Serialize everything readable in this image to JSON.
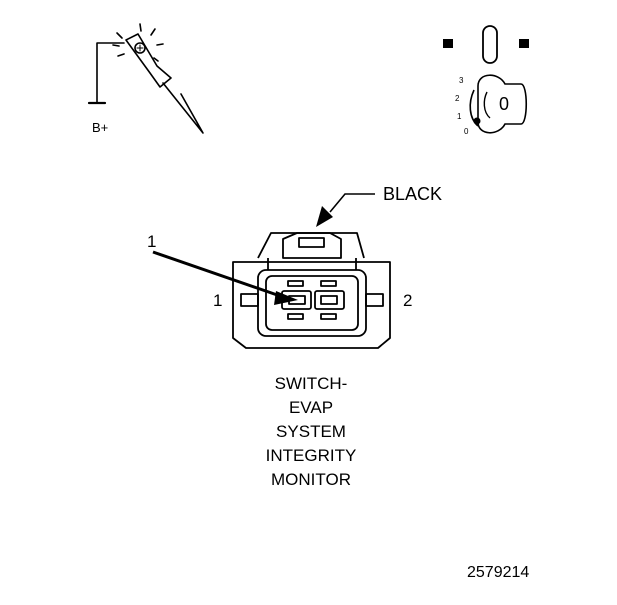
{
  "probe": {
    "supply_label": "B+"
  },
  "ignition": {
    "positions": [
      "3",
      "2",
      "1",
      "0"
    ],
    "key_label": "0"
  },
  "connector": {
    "color_label": "BLACK",
    "callout_label": "1",
    "pin_left_label": "1",
    "pin_right_label": "2"
  },
  "caption": {
    "lines": [
      "SWITCH-",
      "EVAP",
      "SYSTEM",
      "INTEGRITY",
      "MONITOR"
    ]
  },
  "figure_number": "2579214",
  "colors": {
    "ink": "#000000",
    "background": "#ffffff"
  }
}
